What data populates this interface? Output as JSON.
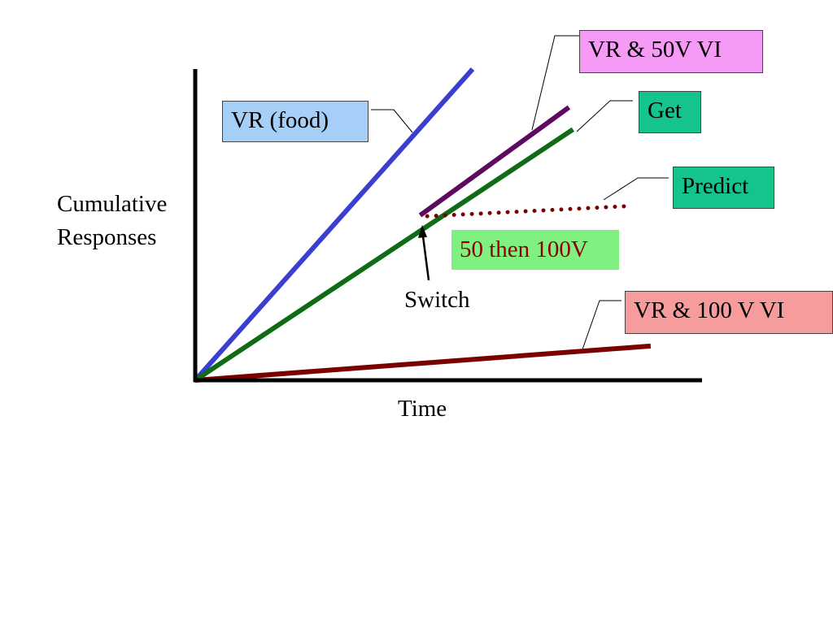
{
  "chart_data": {
    "type": "line",
    "xlabel": "Time",
    "ylabel": "Cumulative Responses",
    "grid": false,
    "xlim": [
      0,
      100
    ],
    "ylim": [
      0,
      100
    ],
    "series": [
      {
        "name": "VR (food)",
        "color": "#3a3fd0",
        "style": "solid",
        "points": [
          [
            0,
            0
          ],
          [
            55,
            100
          ]
        ]
      },
      {
        "name": "VR & 50V VI",
        "color": "#5e0a5e",
        "style": "solid",
        "points": [
          [
            44.6,
            53
          ],
          [
            74.1,
            87.7
          ]
        ]
      },
      {
        "name": "Get",
        "color": "#0f6b14",
        "style": "solid",
        "points": [
          [
            0,
            0
          ],
          [
            74.9,
            80.6
          ]
        ]
      },
      {
        "name": "Predict",
        "color": "#7a0000",
        "style": "dotted",
        "points": [
          [
            46,
            52.7
          ],
          [
            85.1,
            55.9
          ]
        ]
      },
      {
        "name": "VR & 100 V VI",
        "color": "#7a0000",
        "style": "solid",
        "points": [
          [
            0,
            0
          ],
          [
            90.3,
            11
          ]
        ]
      }
    ],
    "annotations": {
      "switch": {
        "text": "Switch",
        "x": 45,
        "y": 52
      },
      "condition": {
        "text": "50 then 100V",
        "color": "#8b0000",
        "bg": "#80f080"
      }
    },
    "legend_boxes": [
      {
        "text": "VR (food)",
        "bg": "#a6cff7"
      },
      {
        "text": "VR & 50V VI",
        "bg": "#f59af5"
      },
      {
        "text": "Get",
        "bg": "#14c48c"
      },
      {
        "text": "Predict",
        "bg": "#14c48c"
      },
      {
        "text": "VR & 100 V VI",
        "bg": "#f79c9c"
      }
    ]
  }
}
